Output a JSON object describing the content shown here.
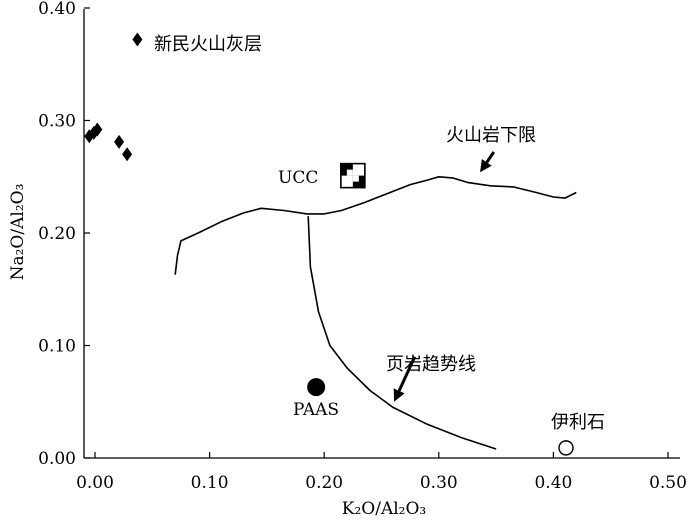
{
  "chart_data": {
    "type": "scatter",
    "xlabel": "K₂O/Al₂O₃",
    "ylabel": "Na₂O/Al₂O₃",
    "xlim": [
      -0.01,
      0.5
    ],
    "ylim": [
      0,
      0.4
    ],
    "xticks": [
      0.0,
      0.1,
      0.2,
      0.3,
      0.4,
      0.5
    ],
    "xtick_labels": [
      "0.00",
      "0.10",
      "0.20",
      "0.30",
      "0.40",
      "0.50"
    ],
    "yticks": [
      0.0,
      0.1,
      0.2,
      0.3,
      0.4
    ],
    "ytick_labels": [
      "0.00",
      "0.10",
      "0.20",
      "0.30",
      "0.40"
    ],
    "grid": false,
    "series": [
      {
        "name": "新民火山灰层",
        "marker": "diamond",
        "points": [
          [
            -0.005,
            0.286
          ],
          [
            -0.001,
            0.289
          ],
          [
            0.002,
            0.292
          ],
          [
            0.021,
            0.281
          ],
          [
            0.028,
            0.27
          ]
        ]
      }
    ],
    "reference_points": [
      {
        "label": "UCC",
        "x": 0.225,
        "y": 0.251,
        "marker": "checker-square"
      },
      {
        "label": "PAAS",
        "x": 0.193,
        "y": 0.063,
        "marker": "filled-circle"
      },
      {
        "label": "伊利石",
        "x": 0.411,
        "y": 0.009,
        "marker": "open-circle"
      }
    ],
    "curves": [
      {
        "label": "火山岩下限",
        "points": [
          [
            0.07,
            0.163
          ],
          [
            0.072,
            0.18
          ],
          [
            0.075,
            0.193
          ],
          [
            0.09,
            0.2
          ],
          [
            0.11,
            0.21
          ],
          [
            0.13,
            0.218
          ],
          [
            0.145,
            0.222
          ],
          [
            0.165,
            0.22
          ],
          [
            0.185,
            0.217
          ],
          [
            0.2,
            0.217
          ],
          [
            0.215,
            0.22
          ],
          [
            0.235,
            0.227
          ],
          [
            0.255,
            0.235
          ],
          [
            0.275,
            0.243
          ],
          [
            0.29,
            0.247
          ],
          [
            0.3,
            0.25
          ],
          [
            0.312,
            0.249
          ],
          [
            0.325,
            0.245
          ],
          [
            0.345,
            0.242
          ],
          [
            0.365,
            0.241
          ],
          [
            0.385,
            0.236
          ],
          [
            0.4,
            0.232
          ],
          [
            0.41,
            0.231
          ],
          [
            0.42,
            0.236
          ]
        ]
      },
      {
        "label": "页岩趋势线",
        "points": [
          [
            0.186,
            0.215
          ],
          [
            0.188,
            0.17
          ],
          [
            0.195,
            0.13
          ],
          [
            0.205,
            0.1
          ],
          [
            0.22,
            0.08
          ],
          [
            0.24,
            0.06
          ],
          [
            0.26,
            0.045
          ],
          [
            0.29,
            0.03
          ],
          [
            0.32,
            0.018
          ],
          [
            0.35,
            0.008
          ]
        ]
      }
    ],
    "arrows": [
      {
        "for": "火山岩下限",
        "from": [
          0.348,
          0.272
        ],
        "to": [
          0.336,
          0.254
        ]
      },
      {
        "for": "页岩趋势线",
        "from": [
          0.279,
          0.09
        ],
        "to": [
          0.261,
          0.05
        ]
      }
    ],
    "legend": {
      "label": "新民火山灰层",
      "marker": "diamond",
      "x": 0.037,
      "y": 0.372
    }
  }
}
